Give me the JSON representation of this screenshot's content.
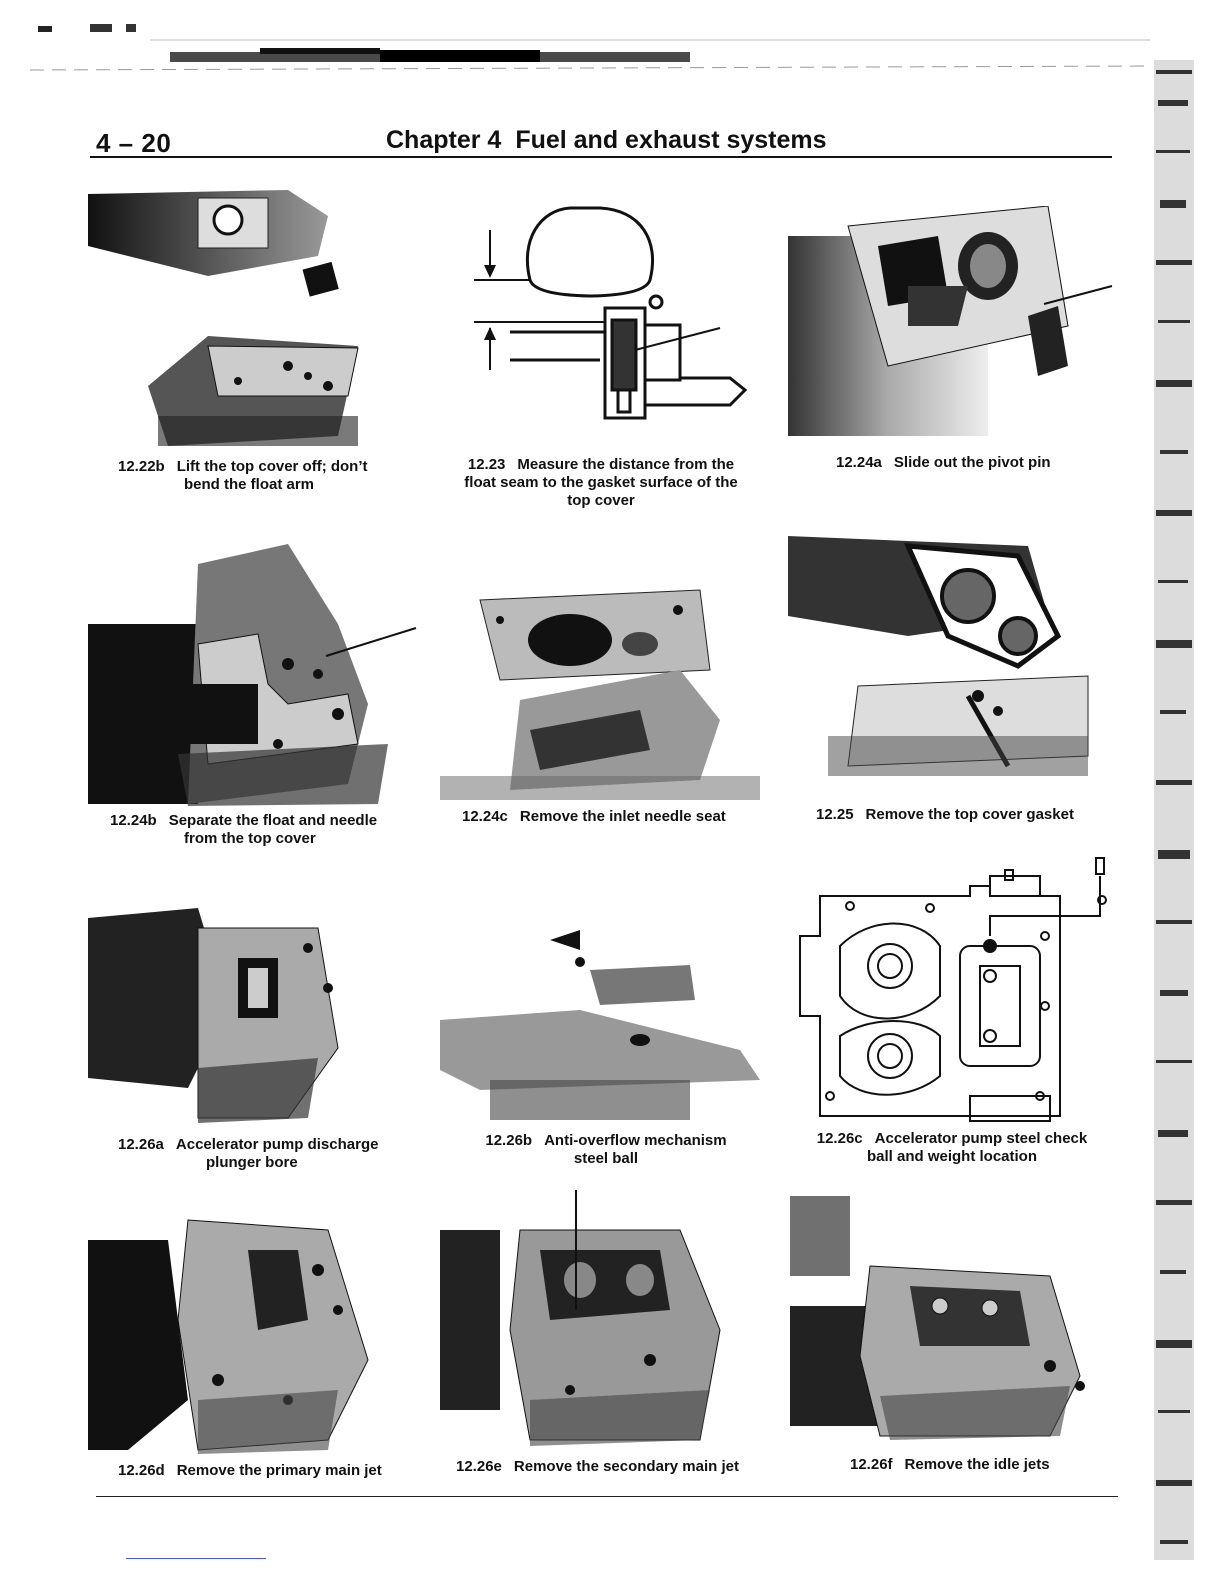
{
  "header": {
    "page_number": "4 – 20",
    "chapter_label": "Chapter 4",
    "chapter_title": "Fuel and exhaust systems"
  },
  "figures": [
    {
      "number": "12.22b",
      "caption_line1": "Lift the top cover off; don’t",
      "caption_line2": "bend the float arm"
    },
    {
      "number": "12.23",
      "caption_line1": "Measure the distance from the",
      "caption_line2": "float seam to the gasket surface of the",
      "caption_line3": "top cover"
    },
    {
      "number": "12.24a",
      "caption_line1": "Slide out the pivot pin"
    },
    {
      "number": "12.24b",
      "caption_line1": "Separate the float and needle",
      "caption_line2": "from the top cover"
    },
    {
      "number": "12.24c",
      "caption_line1": "Remove the inlet needle seat"
    },
    {
      "number": "12.25",
      "caption_line1": "Remove the top cover gasket"
    },
    {
      "number": "12.26a",
      "caption_line1": "Accelerator pump discharge",
      "caption_line2": "plunger bore"
    },
    {
      "number": "12.26b",
      "caption_line1": "Anti-overflow mechanism",
      "caption_line2": "steel ball"
    },
    {
      "number": "12.26c",
      "caption_line1": "Accelerator pump steel check",
      "caption_line2": "ball and weight location"
    },
    {
      "number": "12.26d",
      "caption_line1": "Remove the primary main jet"
    },
    {
      "number": "12.26e",
      "caption_line1": "Remove the secondary main jet"
    },
    {
      "number": "12.26f",
      "caption_line1": "Remove the idle jets"
    }
  ]
}
